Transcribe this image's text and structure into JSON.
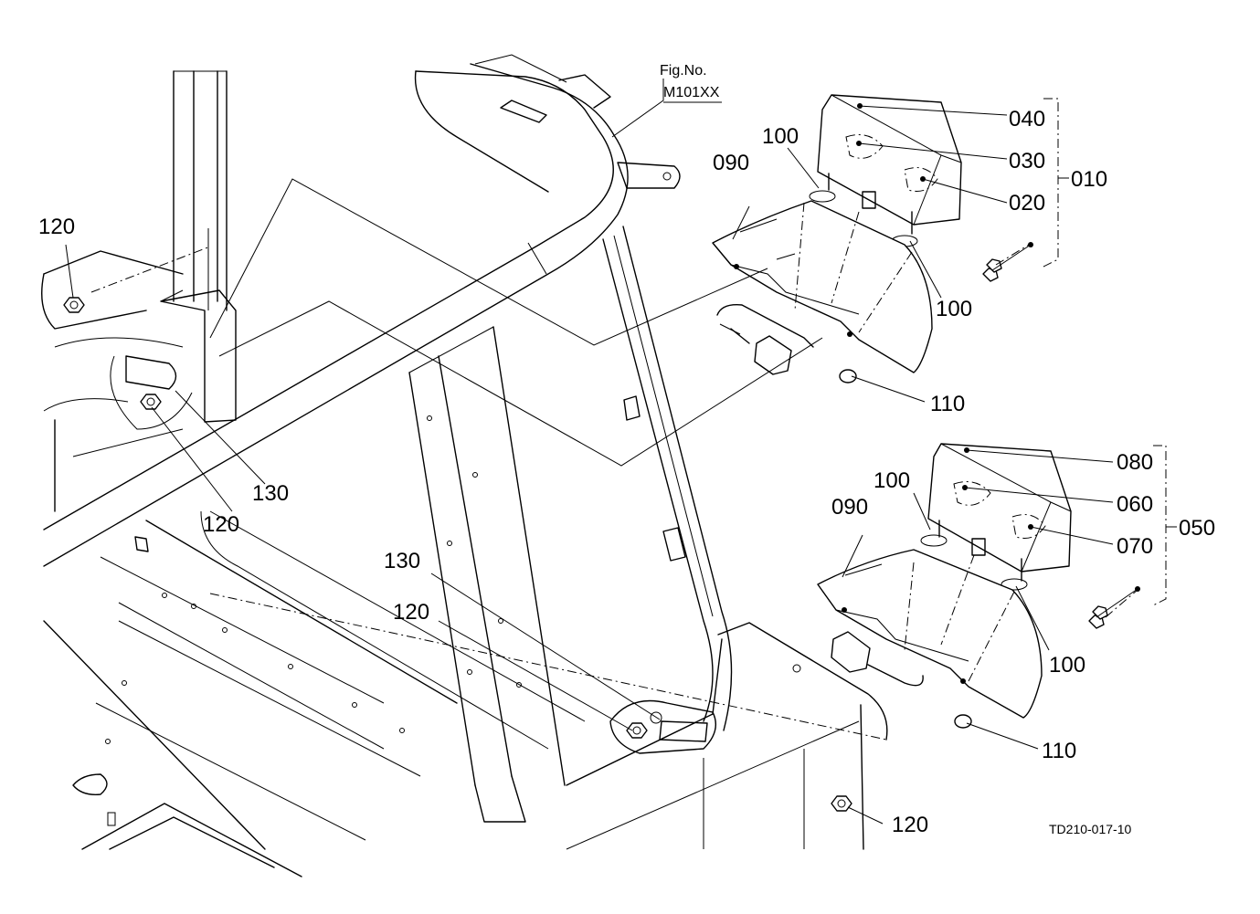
{
  "figure": {
    "fig_no_label": "Fig.No.",
    "fig_no_value": "M101XX",
    "drawing_code": "TD210-017-10"
  },
  "callouts": [
    {
      "id": "c-040",
      "text": "040"
    },
    {
      "id": "c-030",
      "text": "030"
    },
    {
      "id": "c-020",
      "text": "020"
    },
    {
      "id": "c-010",
      "text": "010"
    },
    {
      "id": "c-100a",
      "text": "100"
    },
    {
      "id": "c-090a",
      "text": "090"
    },
    {
      "id": "c-100b",
      "text": "100"
    },
    {
      "id": "c-110a",
      "text": "110"
    },
    {
      "id": "c-120a",
      "text": "120"
    },
    {
      "id": "c-130a",
      "text": "130"
    },
    {
      "id": "c-120b",
      "text": "120"
    },
    {
      "id": "c-080",
      "text": "080"
    },
    {
      "id": "c-060",
      "text": "060"
    },
    {
      "id": "c-070",
      "text": "070"
    },
    {
      "id": "c-050",
      "text": "050"
    },
    {
      "id": "c-100c",
      "text": "100"
    },
    {
      "id": "c-090b",
      "text": "090"
    },
    {
      "id": "c-100d",
      "text": "100"
    },
    {
      "id": "c-110b",
      "text": "110"
    },
    {
      "id": "c-130b",
      "text": "130"
    },
    {
      "id": "c-120c",
      "text": "120"
    },
    {
      "id": "c-120d",
      "text": "120"
    }
  ]
}
